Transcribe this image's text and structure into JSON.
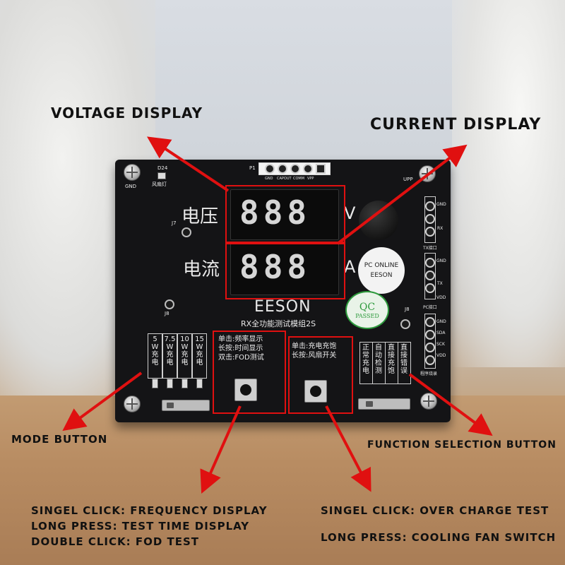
{
  "annotations": {
    "voltage_display": "VOLTAGE DISPLAY",
    "current_display": "CURRENT DISPLAY",
    "mode_button": "MODE BUTTON",
    "function_selection_button": "FUNCTION SELECTION BUTTON",
    "left_button_lines": [
      "SINGEL CLICK: FREQUENCY DISPLAY",
      "LONG PRESS: TEST TIME DISPLAY",
      "DOUBLE CLICK: FOD TEST"
    ],
    "right_button_lines": [
      "SINGEL CLICK: OVER CHARGE TEST",
      "LONG PRESS: COOLING FAN SWITCH"
    ]
  },
  "board": {
    "brand": "EESON",
    "model": "RX全功能测试模组2S",
    "voltage_label": "电压",
    "current_label": "电流",
    "unit_v": "V",
    "unit_a": "A",
    "display_digits": "888",
    "header_label": "P1",
    "header_pins": [
      "GND",
      "CAPOUT",
      "COMM",
      "VPP"
    ],
    "gnd_label": "GND",
    "led_label": "D24",
    "fan_label": "风扇灯",
    "upp_label": "UPP",
    "j7_label": "J7",
    "j8_left_label": "J8",
    "j8_right_label": "J8",
    "right_pins_top": [
      "GND",
      "RX"
    ],
    "tx_port_label": "TX接口",
    "right_pins_mid": [
      "GND",
      "TX",
      "VDD"
    ],
    "pc_port_label": "PC接口",
    "right_pins_bot": [
      "GND",
      "SDA",
      "SCK",
      "VDD"
    ],
    "program_label": "程序烧录",
    "sticker_lines": [
      "PC ONLINE",
      "EESON"
    ],
    "qc_lines": [
      "QC",
      "PASSED"
    ],
    "mode_columns": [
      {
        "top": "5",
        "unit": "W",
        "line1": "充",
        "line2": "电"
      },
      {
        "top": "7.5",
        "unit": "W",
        "line1": "充",
        "line2": "电"
      },
      {
        "top": "10",
        "unit": "W",
        "line1": "充",
        "line2": "电"
      },
      {
        "top": "15",
        "unit": "W",
        "line1": "充",
        "line2": "电"
      }
    ],
    "left_button_text": [
      "单击:频率显示",
      "长按:时间显示",
      "双击:FOD测试"
    ],
    "right_button_text": [
      "单击:充电充饱",
      "长按:风扇开关"
    ],
    "function_columns": [
      "正常充电",
      "自动检测",
      "直接充饱",
      "直接错误"
    ]
  },
  "colors": {
    "annotation_red": "#e01010",
    "board": "#141416",
    "qc_green": "#2d9a3c"
  }
}
